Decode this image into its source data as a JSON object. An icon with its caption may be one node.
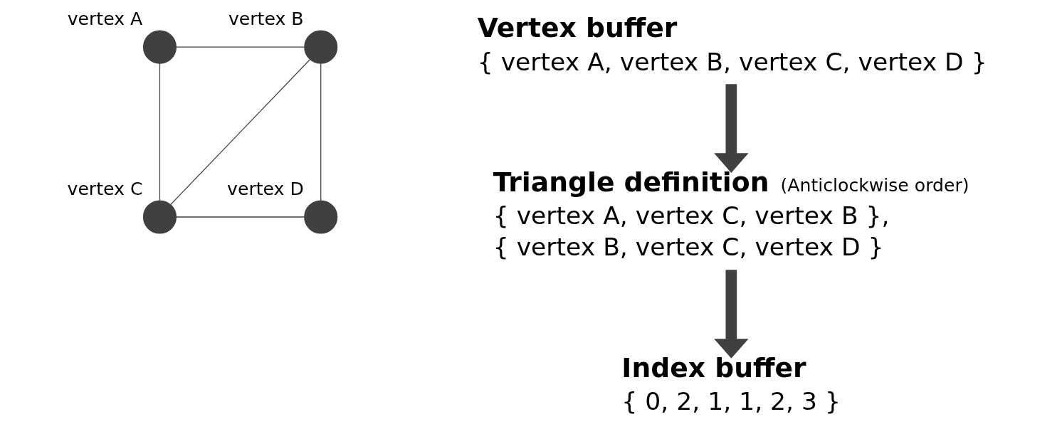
{
  "diagram": {
    "nodes": [
      {
        "text": [],
        "shape": "circle",
        "beside": [
          "vertex A"
        ]
      },
      {
        "text": [],
        "shape": "circle",
        "beside": [
          "vertex B"
        ]
      },
      {
        "text": [],
        "shape": "circle",
        "beside": [
          "vertex C"
        ]
      },
      {
        "text": [],
        "shape": "circle",
        "beside": [
          "vertex D"
        ]
      },
      {
        "text": [
          "Vertex buffer",
          "{ vertex A, vertex B, vertex C, vertex D }"
        ]
      },
      {
        "text": [
          "Triangle definition",
          "(Anticlockwise order)",
          "{ vertex A, vertex C, vertex B },",
          "{ vertex B, vertex C, vertex D }"
        ]
      },
      {
        "text": [
          "Index buffer",
          "{ 0, 2, 1, 1, 2, 3 }"
        ]
      }
    ],
    "edges": [
      {
        "from": 0,
        "to": 1,
        "arrow": "none"
      },
      {
        "from": 0,
        "to": 2,
        "arrow": "none"
      },
      {
        "from": 1,
        "to": 2,
        "arrow": "none"
      },
      {
        "from": 1,
        "to": 3,
        "arrow": "none"
      },
      {
        "from": 2,
        "to": 3,
        "arrow": "none"
      },
      {
        "from": 4,
        "to": 5,
        "arrow": "to",
        "style": "thick"
      },
      {
        "from": 5,
        "to": 6,
        "arrow": "to",
        "style": "thick"
      }
    ]
  }
}
